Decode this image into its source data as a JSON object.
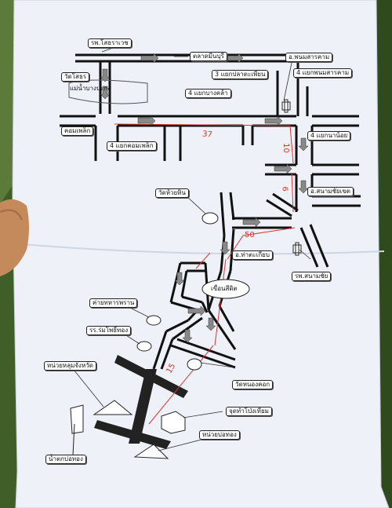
{
  "map": {
    "labels": {
      "hospital_sotthorawet": "รพ.โสธราเวช",
      "market_meenburi": "ตลาดมีนบุรี",
      "amphoe_phanom_sarakham": "อ.พนมสารคาม",
      "wat_sothon": "วัดโสธร",
      "bang_pakong_river": "แม่น้ำบางปะกง",
      "intersection_plaa_takhian": "3 แยกปลาตะเพียน",
      "intersection_phanom_sarakham": "4 แยกพนมสารคาม",
      "intersection_bang_khla": "4 แยกบางคล้า",
      "khom_phlek": "คอมเพล็ก",
      "intersection_khom_phlek": "4 แยกคอมเพล็ก",
      "intersection_na_noi": "4 แยกนาน้อย",
      "wat_huai_hin": "วัดห้วยหิน",
      "amphoe_sanam_chai_khet": "อ.สนามชัยเขต",
      "amphoe_tha_takiap": "อ.ท่าตะเกียบ",
      "hospital_sanam_chai": "รพ.สนามชัย",
      "khuean_si_dit": "เขื่อนสีดิต",
      "ranger_camp": "ค่ายทหารพราน",
      "school_rom_pho_thong": "รร.ร่มโพธิ์ทอง",
      "unit_huai_mu_chang_wat": "หน่วยหลุมจังหวัด",
      "wat_nong_khok": "วัดหนองคอก",
      "checkpoint_pang_thiam": "จุดทำโป่งเทียม",
      "unit_bo_thong": "หน่วยบ่อทอง",
      "waterfall_bo_thong": "น้ำตกบ่อทอง"
    },
    "annotations": {
      "dist_37": "37",
      "dist_10": "10",
      "dist_6": "6",
      "dist_50": "50",
      "dist_15": "15"
    }
  }
}
